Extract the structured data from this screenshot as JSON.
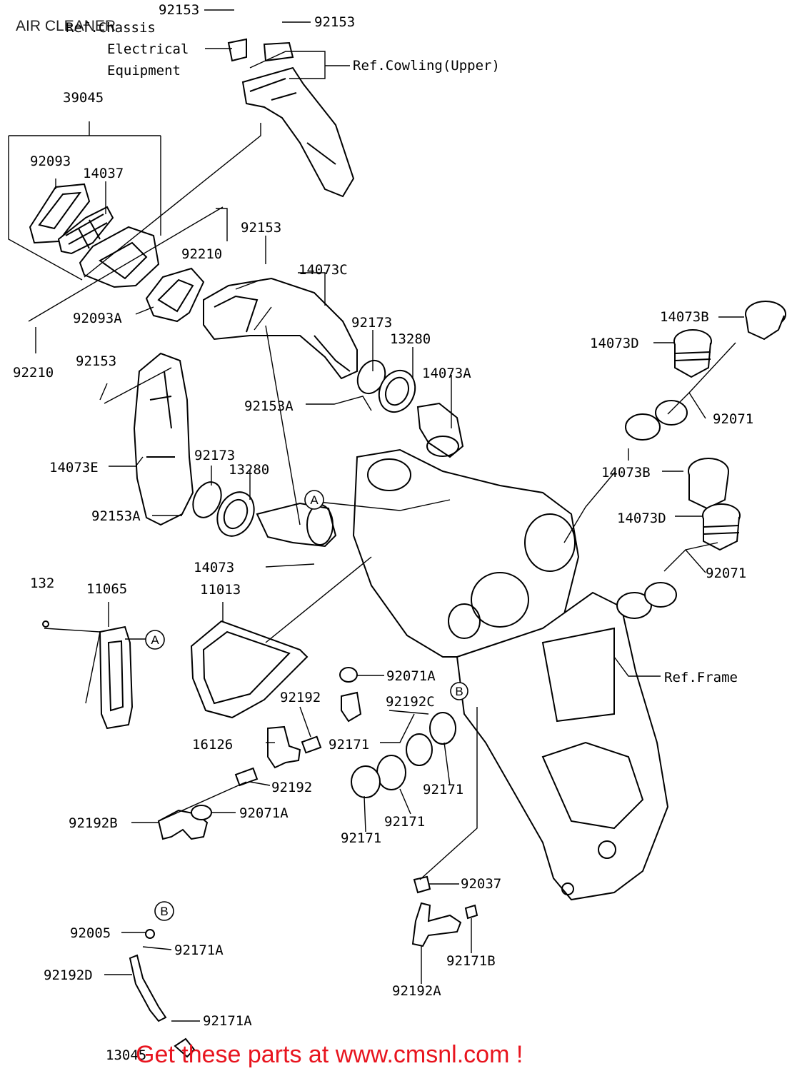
{
  "title": "AIR CLEANER",
  "footer": "Get these parts at www.cmsnl.com !",
  "colors": {
    "ad_text": "#e8141e",
    "line": "#000000",
    "background": "#ffffff"
  },
  "labels": {
    "l92153_a": "92153",
    "l92153_b": "92153",
    "ref_chassis_1": "Ref.Chassis",
    "ref_chassis_2": "Electrical",
    "ref_chassis_3": "Equipment",
    "ref_cowling": "Ref.Cowling(Upper)",
    "l39045": "39045",
    "l92093": "92093",
    "l14037": "14037",
    "l92153_c": "92153",
    "l92210_a": "92210",
    "l14073c": "14073C",
    "l92093a": "92093A",
    "l92210_b": "92210",
    "l92173_a": "92173",
    "l13280_a": "13280",
    "l14073b_a": "14073B",
    "l14073d_a": "14073D",
    "l92153_d": "92153",
    "l14073a": "14073A",
    "l92153a_a": "92153A",
    "l92071_a": "92071",
    "l92173_b": "92173",
    "l13280_b": "13280",
    "l14073e": "14073E",
    "l14073b_b": "14073B",
    "l14073d_b": "14073D",
    "l92153a_b": "92153A",
    "l14073": "14073",
    "l92071_b": "92071",
    "l132": "132",
    "l11065": "11065",
    "l11013": "11013",
    "l92071a_a": "92071A",
    "ref_frame": "Ref.Frame",
    "l92192_a": "92192",
    "l92192c": "92192C",
    "l16126": "16126",
    "l92171_a": "92171",
    "l92192_b": "92192",
    "l92171_b": "92171",
    "l92192b": "92192B",
    "l92071a_b": "92071A",
    "l92171_c": "92171",
    "l92171_d": "92171",
    "l92037": "92037",
    "l92005": "92005",
    "l92171a_a": "92171A",
    "l92171b": "92171B",
    "l92192d": "92192D",
    "l92192a": "92192A",
    "l92171a_b": "92171A",
    "l13045": "13045"
  },
  "callouts": {
    "a": "A",
    "b": "B"
  }
}
